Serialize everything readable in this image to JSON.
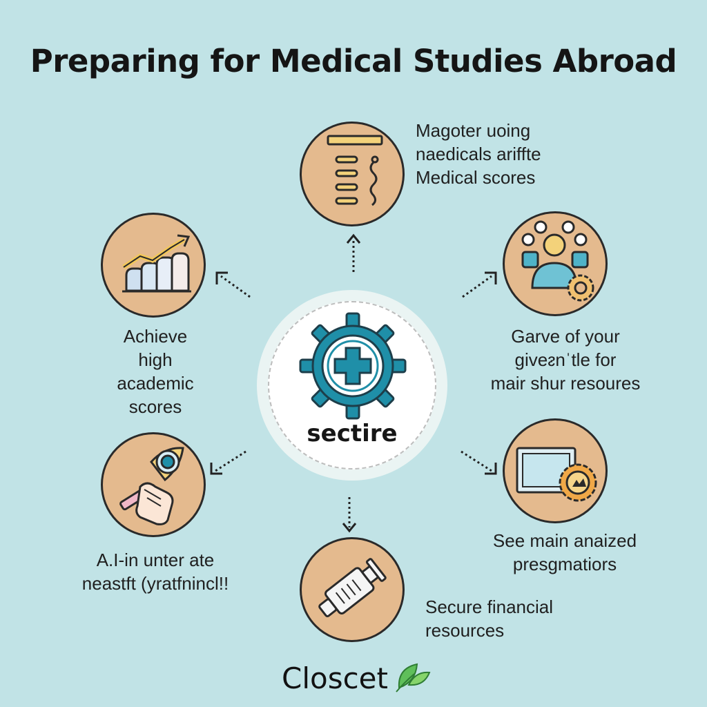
{
  "title": "Preparing for Medical Studies Abroad",
  "center": {
    "label": "sectire",
    "icon": "medical-cross-gear-icon"
  },
  "nodes": [
    {
      "id": "top",
      "icon": "score-sheet-icon",
      "lines": [
        "Magoter uoing",
        "naedicals ariffte",
        "Medical scores"
      ]
    },
    {
      "id": "upper-left",
      "icon": "rising-bar-chart-icon",
      "lines": [
        "Achieve",
        "high",
        "academic",
        "scores"
      ]
    },
    {
      "id": "upper-right",
      "icon": "people-network-gear-icon",
      "lines": [
        "Garve of your",
        "giveᴤnˈtle for",
        "mair shur resoures"
      ]
    },
    {
      "id": "lower-left",
      "icon": "hand-holding-lens-icon",
      "lines": [
        "A.I-in unter ate",
        "neastft (yratfnincl!!"
      ]
    },
    {
      "id": "lower-right",
      "icon": "monitor-badge-icon",
      "lines": [
        "See main anaized",
        "presgmatiors"
      ]
    },
    {
      "id": "bottom",
      "icon": "syringe-device-icon",
      "lines": [
        "Secure financial",
        "resources"
      ]
    }
  ],
  "footer": {
    "brand": "Closcet",
    "logo_icon": "leaf-logo-icon"
  },
  "colors": {
    "background": "#c1e3e6",
    "circle_fill": "#e4ba8e",
    "accent_teal": "#1f8fa8",
    "outline": "#2a2a2a"
  }
}
